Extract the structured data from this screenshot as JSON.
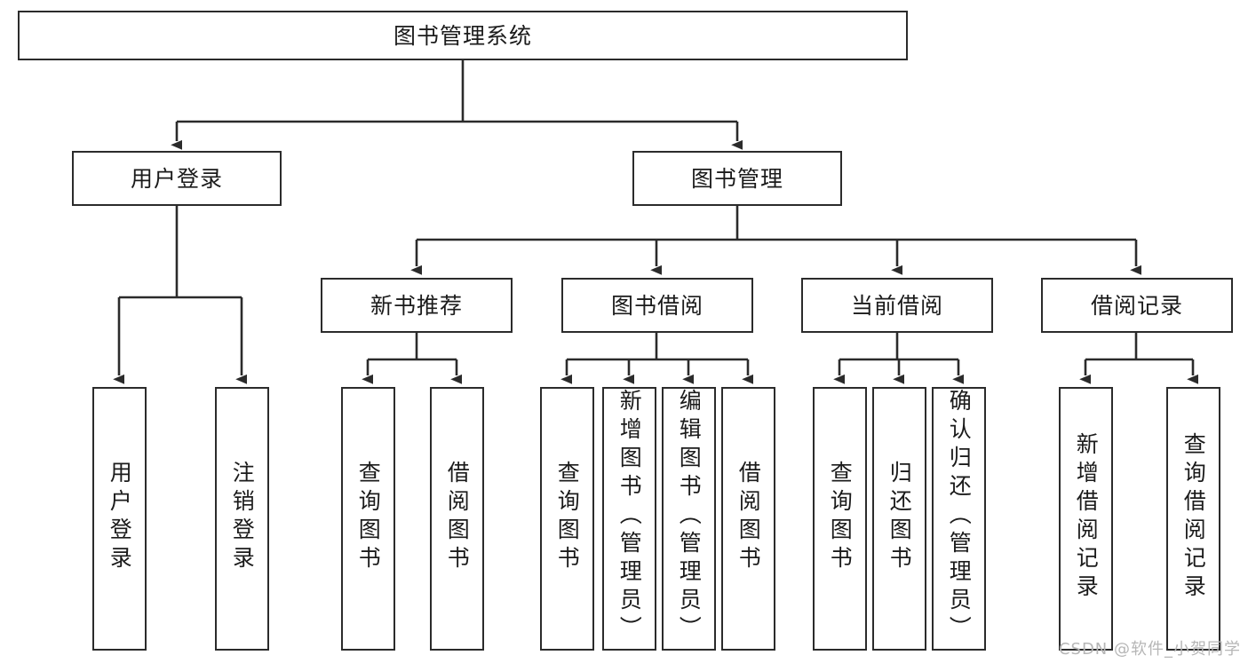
{
  "diagram": {
    "title": "图书管理系统",
    "type": "tree-hierarchy-chart",
    "root": {
      "label": "图书管理系统"
    },
    "level1": [
      {
        "label": "用户登录"
      },
      {
        "label": "图书管理"
      }
    ],
    "level2": [
      {
        "label": "新书推荐"
      },
      {
        "label": "图书借阅"
      },
      {
        "label": "当前借阅"
      },
      {
        "label": "借阅记录"
      }
    ],
    "leaves": {
      "user_login": [
        {
          "label": "用户登录"
        },
        {
          "label": "注销登录"
        }
      ],
      "new_book_recommend": [
        {
          "label": "查询图书"
        },
        {
          "label": "借阅图书"
        }
      ],
      "book_borrow": [
        {
          "label": "查询图书"
        },
        {
          "label": "新增图书（管理员）"
        },
        {
          "label": "编辑图书（管理员）"
        },
        {
          "label": "借阅图书"
        }
      ],
      "current_borrow": [
        {
          "label": "查询图书"
        },
        {
          "label": "归还图书"
        },
        {
          "label": "确认归还（管理员）"
        }
      ],
      "borrow_records": [
        {
          "label": "新增借阅记录"
        },
        {
          "label": "查询借阅记录"
        }
      ]
    }
  },
  "watermark": {
    "text": "CSDN @软件_小贺同学"
  },
  "colors": {
    "stroke": "#2b2b2b",
    "fill": "#ffffff",
    "text": "#1b1b1b",
    "watermark": "#b6b6b6"
  }
}
